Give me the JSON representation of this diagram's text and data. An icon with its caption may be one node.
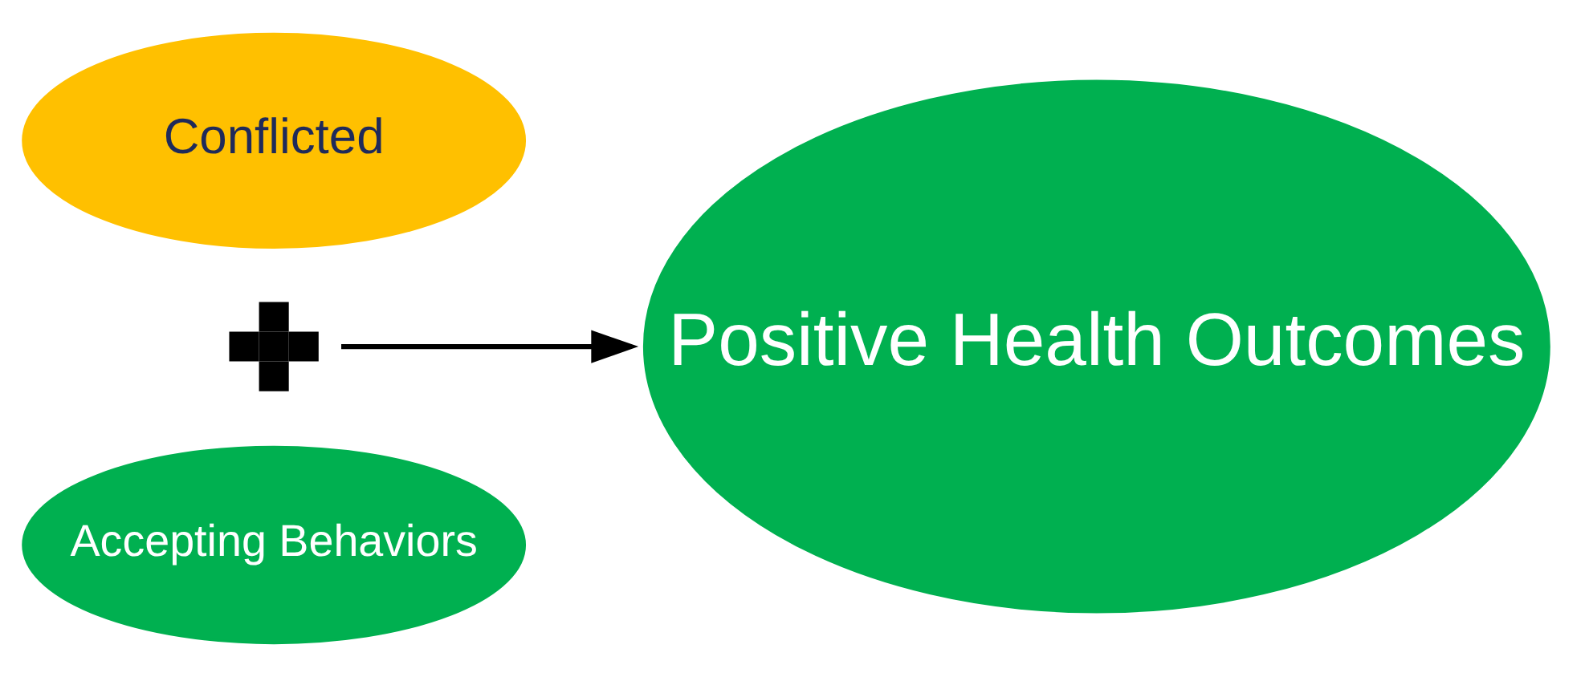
{
  "diagram": {
    "nodes": [
      {
        "text": [
          "Conflicted"
        ]
      },
      {
        "text": [],
        "shape": "plus"
      },
      {
        "text": [
          "Accepting Behaviors"
        ]
      },
      {
        "text": [
          "Positive Health Outcomes"
        ]
      }
    ],
    "edges": [
      {
        "from": 1,
        "to": 3,
        "arrow": "to"
      }
    ]
  }
}
